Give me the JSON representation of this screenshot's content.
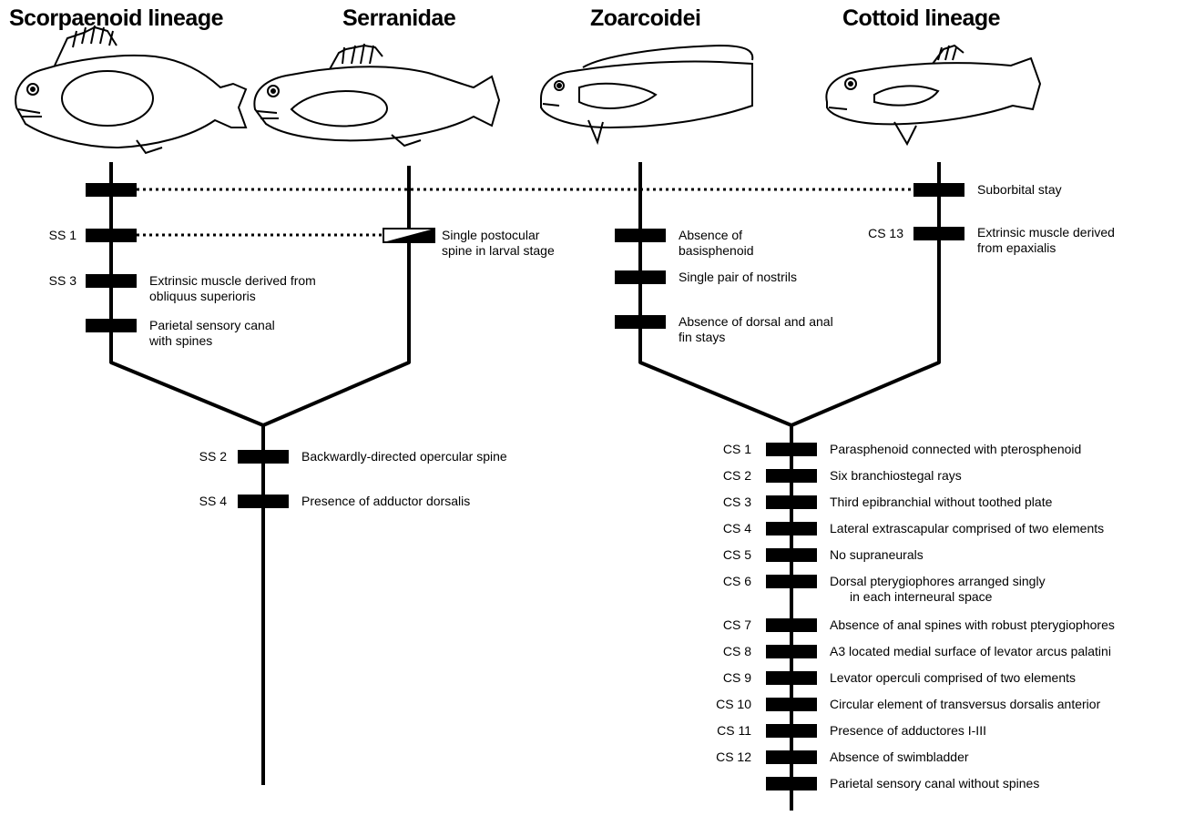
{
  "headers": {
    "scorpaenoid": "Scorpaenoid lineage",
    "serranidae": "Serranidae",
    "zoarcoidei": "Zoarcoidei",
    "cottoid": "Cottoid lineage"
  },
  "scorpaenoid_branch": {
    "codes": [
      "SS 1",
      "SS 3"
    ],
    "ss3_label": [
      "Extrinsic muscle derived from",
      "obliquus superioris"
    ],
    "parietal_label": [
      "Parietal sensory canal",
      "with spines"
    ]
  },
  "serranidae_branch": {
    "label": [
      "Single postocular",
      "spine in larval stage"
    ]
  },
  "zoarcoidei_branch": {
    "labels": [
      [
        "Absence of",
        "basisphenoid"
      ],
      [
        "Single pair of nostrils"
      ],
      [
        "Absence of dorsal and anal",
        "fin stays"
      ]
    ]
  },
  "cottoid_branch": {
    "suborbital": "Suborbital stay",
    "cs13_code": "CS 13",
    "cs13_label": [
      "Extrinsic muscle derived",
      "from epaxialis"
    ]
  },
  "serranid_stem": {
    "items": [
      {
        "code": "SS 2",
        "label": "Backwardly-directed opercular spine"
      },
      {
        "code": "SS 4",
        "label": "Presence of adductor dorsalis"
      }
    ]
  },
  "cottoid_stem": {
    "items": [
      {
        "code": "CS 1",
        "label": "Parasphenoid connected with pterosphenoid"
      },
      {
        "code": "CS 2",
        "label": "Six branchiostegal rays"
      },
      {
        "code": "CS 3",
        "label": "Third epibranchial without toothed plate"
      },
      {
        "code": "CS 4",
        "label": "Lateral extrascapular comprised of two elements"
      },
      {
        "code": "CS 5",
        "label": "No supraneurals"
      },
      {
        "code": "CS 6",
        "label": "Dorsal pterygiophores arranged singly",
        "label2": "in each interneural space"
      },
      {
        "code": "CS 7",
        "label": "Absence of anal spines with robust pterygiophores"
      },
      {
        "code": "CS 8",
        "label": "A3 located medial surface of levator arcus palatini"
      },
      {
        "code": "CS 9",
        "label": "Levator operculi comprised of two elements"
      },
      {
        "code": "CS 10",
        "label": "Circular element of transversus dorsalis anterior"
      },
      {
        "code": "CS 11",
        "label": "Presence of adductores I-III"
      },
      {
        "code": "CS 12",
        "label": "Absence of swimbladder"
      },
      {
        "code": "",
        "label": "Parietal sensory canal without spines"
      }
    ]
  }
}
